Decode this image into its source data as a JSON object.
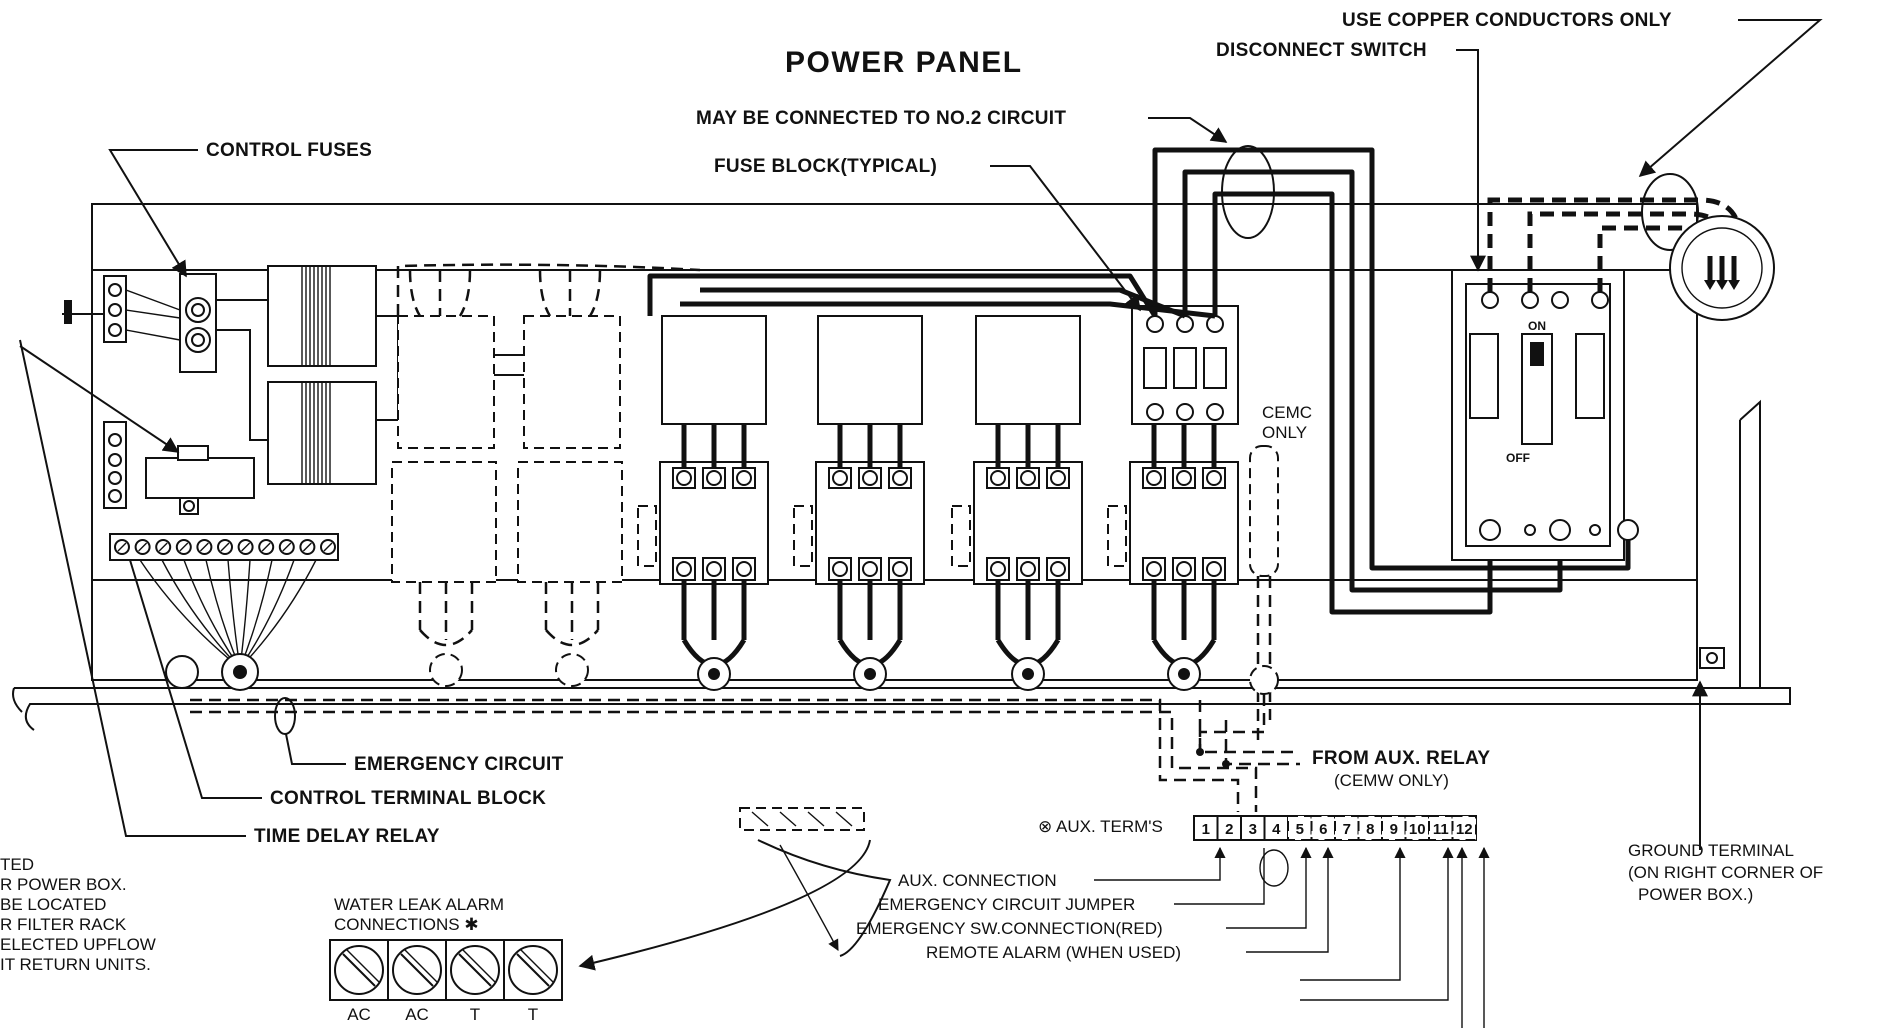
{
  "title": "POWER PANEL",
  "labels": {
    "use_copper": "USE COPPER CONDUCTORS ONLY",
    "disconnect_switch": "DISCONNECT SWITCH",
    "no2_circuit": "MAY BE CONNECTED TO NO.2 CIRCUIT",
    "fuse_block": "FUSE BLOCK(TYPICAL)",
    "control_fuses": "CONTROL FUSES",
    "cemc_only_line1": "CEMC",
    "cemc_only_line2": "ONLY",
    "switch_on": "ON",
    "switch_off": "OFF",
    "emergency_circuit": "EMERGENCY CIRCUIT",
    "control_terminal_block": "CONTROL TERMINAL BLOCK",
    "time_delay_relay": "TIME DELAY RELAY",
    "from_aux_relay": "FROM AUX. RELAY",
    "cemw_only": "(CEMW ONLY)",
    "aux_terms": "⊗ AUX. TERM'S",
    "aux_connection": "AUX. CONNECTION",
    "emergency_circuit_jumper": "EMERGENCY CIRCUIT JUMPER",
    "emergency_sw_connection": "EMERGENCY SW.CONNECTION(RED)",
    "remote_alarm": "REMOTE ALARM (WHEN USED)",
    "water_leak_line1": "WATER LEAK ALARM",
    "water_leak_line2": "CONNECTIONS ✱",
    "ground_terminal_line1": "GROUND TERMINAL",
    "ground_terminal_line2": "(ON RIGHT CORNER OF",
    "ground_terminal_line3": "POWER BOX.)"
  },
  "side_note": [
    "TED",
    "R POWER BOX.",
    "BE LOCATED",
    "R FILTER RACK",
    "ELECTED UPFLOW",
    "IT RETURN UNITS."
  ],
  "aux_terminals": [
    "1",
    "2",
    "3",
    "4",
    "5",
    "6",
    "7",
    "8",
    "9",
    "10",
    "11",
    "12"
  ],
  "water_leak_terminals": [
    "AC",
    "AC",
    "T",
    "T"
  ]
}
